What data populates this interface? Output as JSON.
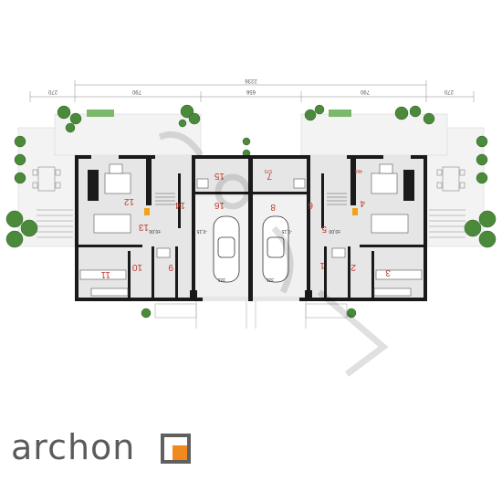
{
  "dimensions": {
    "total": "2236",
    "left_outer": "270",
    "left_inner": "790",
    "center": "656",
    "right_inner": "790",
    "right_outer": "270"
  },
  "rooms": [
    {
      "id": "r1",
      "number": "1"
    },
    {
      "id": "r2",
      "number": "2"
    },
    {
      "id": "r3",
      "number": "3"
    },
    {
      "id": "r4",
      "number": "4"
    },
    {
      "id": "r5",
      "number": "5"
    },
    {
      "id": "r6",
      "number": "6"
    },
    {
      "id": "r7",
      "number": "7"
    },
    {
      "id": "r8",
      "number": "8"
    },
    {
      "id": "r9",
      "number": "9"
    },
    {
      "id": "r10",
      "number": "10"
    },
    {
      "id": "r11",
      "number": "11"
    },
    {
      "id": "r12",
      "number": "12"
    },
    {
      "id": "r13",
      "number": "13"
    },
    {
      "id": "r14",
      "number": "14"
    },
    {
      "id": "r15",
      "number": "15"
    },
    {
      "id": "r16",
      "number": "16"
    }
  ],
  "levels": {
    "left_main": "±0,00",
    "right_main": "±0,00",
    "left_garage": "-0,15",
    "right_garage": "-0,15"
  },
  "interior_dims": {
    "garage_left": "331",
    "garage_right": "331",
    "corr_left": "570",
    "corr_right": "570",
    "right_top": "468"
  },
  "brand": {
    "name": "archon",
    "text_color": "#5b5b5b",
    "accent": "#f08a1c"
  },
  "colors": {
    "wall": "#1a1a1a",
    "floor": "#e6e6e6",
    "greenery": "#4a8a3a",
    "red_label": "#c0392b"
  }
}
